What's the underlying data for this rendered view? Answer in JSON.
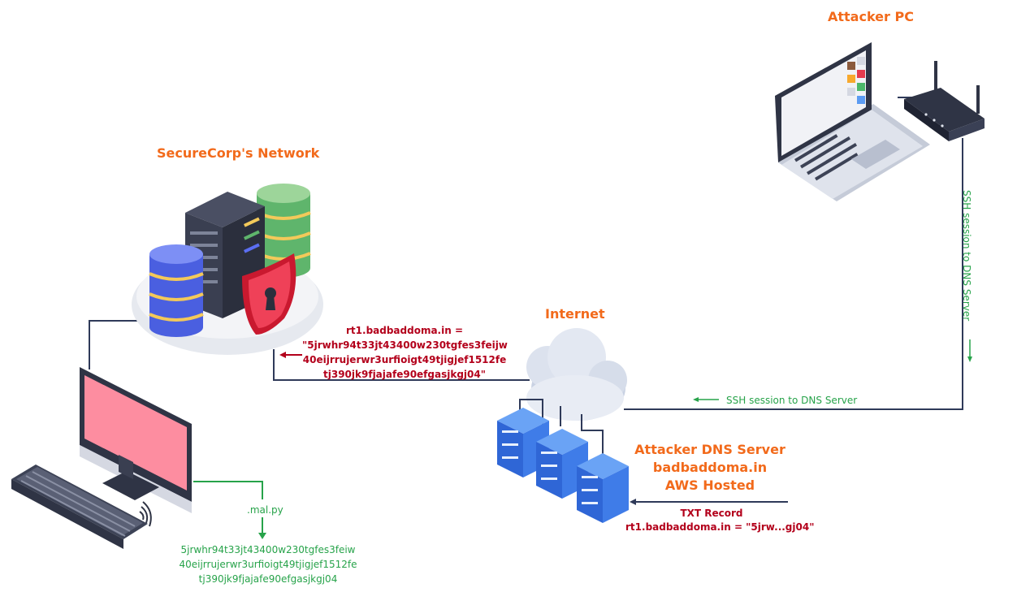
{
  "labels": {
    "attacker_pc": "Attacker PC",
    "securecorp": "SecureCorp's Network",
    "internet": "Internet",
    "dns_server_title": "Attacker DNS Server",
    "dns_server_domain": "badbaddoma.in",
    "dns_server_host": "AWS Hosted"
  },
  "query": {
    "line1": "rt1.badbaddoma.in =",
    "line2": "\"5jrwhr94t33jt43400w230tgfes3feijw",
    "line3": "40eijrrujerwr3urfioigt49tjigjef1512fe",
    "line4": "tj390jk9fjajafe90efgasjkgj04\""
  },
  "ssh": {
    "horizontal": "SSH session to DNS Server",
    "vertical": "SSH session to DNS Server"
  },
  "txt_record": {
    "line1": "TXT Record",
    "line2": "rt1.badbaddoma.in = \"5jrw...gj04\""
  },
  "script": {
    "name": ".mal.py"
  },
  "payload": {
    "line1": "5jrwhr94t33jt43400w230tgfes3feiw",
    "line2": "40eijrrujerwr3urfioigt49tjigjef1512fe",
    "line3": "tj390jk9fjajafe90efgasjkgj04"
  },
  "colors": {
    "orange_title": "#f26a1b",
    "exfil_red": "#b3001b",
    "ssh_green": "#27a34a",
    "connector_navy": "#2f3a59"
  }
}
